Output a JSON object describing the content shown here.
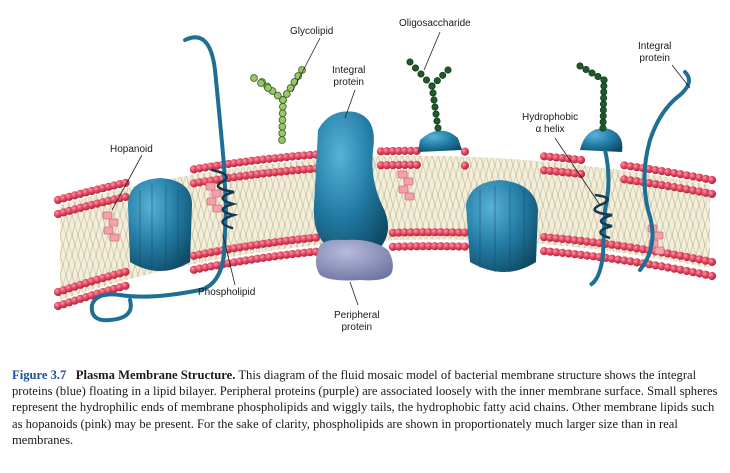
{
  "labels": {
    "glycolipid": "Glycolipid",
    "oligosaccharide": "Oligosaccharide",
    "integral_protein_center": [
      "Integral",
      "protein"
    ],
    "integral_protein_right": [
      "Integral",
      "protein"
    ],
    "hydrophobic_helix": [
      "Hydrophobic",
      "α helix"
    ],
    "hopanoid": "Hopanoid",
    "phospholipid": "Phospholipid",
    "peripheral_protein": [
      "Peripheral",
      "protein"
    ]
  },
  "caption": {
    "figure_number": "Figure 3.7",
    "title": "Plasma Membrane Structure.",
    "text": "This diagram of the fluid mosaic model of bacterial membrane structure shows the integral proteins (blue) floating in a lipid bilayer. Peripheral proteins (purple) are associated loosely with the inner membrane surface. Small spheres represent the hydrophilic ends of membrane phospholipids and wiggly tails, the hydrophobic fatty acid chains. Other membrane lipids such as hopanoids (pink) may be present. For the sake of clarity, phospholipids are shown in proportionately much larger size than in real membranes."
  },
  "colors": {
    "lipid_head": "#e0455f",
    "lipid_tail": "#b9b9b9",
    "bilayer_core": "#f7f0d2",
    "integral_protein": "#1f6e94",
    "peripheral_protein": "#8289b4",
    "hopanoid": "#f2a2a8",
    "sugar_light": "#9bc46b",
    "sugar_dark": "#1e5a2a",
    "caption_accent": "#1f4f9a"
  }
}
